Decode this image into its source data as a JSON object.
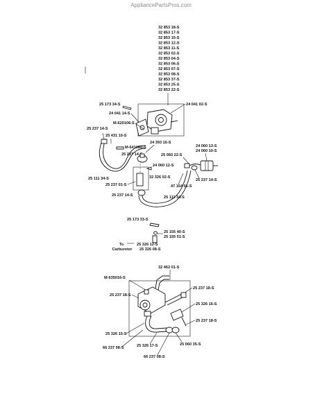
{
  "watermark": "AppliancePartsPros.com",
  "carb_stack": [
    "32 853 18-S",
    "32 853 17-S",
    "32 853 15-S",
    "32 853 12-S",
    "32 853 11-S",
    "32 853 02-S",
    "32 853 04-S",
    "32 853 06-S",
    "32 853 07-S",
    "32 853 08-S",
    "32 853 37-S",
    "32 853 25-S",
    "32 853 22-S"
  ],
  "labels": {
    "p_24041_02": "24 041 02-S",
    "p_25173_34": "25 173 34-S",
    "p_24041_14": "24 041 14-S",
    "p_m620106": "M-620106-S",
    "p_25237_14_a": "25 237 14-S",
    "p_25431_10": "25 431 10-S",
    "p_m641080": "M-641080-S",
    "p_24393_16": "24 393 16-S",
    "p_25237_14_b": "25 237 14-S",
    "p_25060_22": "25 060 22-S",
    "p_24060_13": "24 060 13-S",
    "p_24060_10": "24 060 10-S",
    "p_24060_12": "24 060 12-S",
    "p_32326_02": "32 326 02-S",
    "p_25111_34_a": "25 111 34-S",
    "p_25237_01": "25 237 01-S",
    "p_25237_14_c": "25 237 14-S",
    "p_47164_01": "47 164 01-S",
    "p_25237_14_d": "25 237 14-S",
    "p_25111_34_b": "25 111 34-S",
    "p_25173_33": "25 173 33-S",
    "p_25155_40": "25 155 40-S",
    "p_25155_01": "25 155 01-S",
    "p_25326_12": "25 326 12-S",
    "p_25326_08": "25 326 08-S",
    "to_carb_1": "To",
    "to_carb_2": "Carburetor",
    "p_32462_01": "32 462 01-S",
    "p_m635016": "M-635016-S",
    "p_25237_18_a": "25 237 18-S",
    "p_25237_18_b": "25 237 18-S",
    "p_25326_16": "25 326 16-S",
    "p_25237_18_c": "25 237 18-S",
    "p_25326_15": "25 326 15-S",
    "p_66237_08_a": "66 237 08-S",
    "p_25326_17": "25 326 17-S",
    "p_25060_35": "25 060 35-S",
    "p_66237_08_b": "66 237 08-S"
  }
}
